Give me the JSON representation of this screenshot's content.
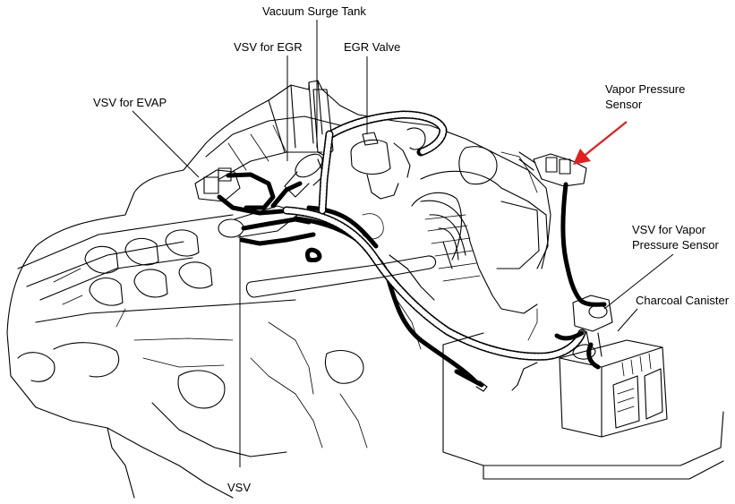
{
  "labels": {
    "vacuum_surge_tank": "Vacuum Surge Tank",
    "vsv_for_egr": "VSV for EGR",
    "egr_valve": "EGR Valve",
    "vsv_for_evap": "VSV for EVAP",
    "vapor_pressure_sensor_line1": "Vapor Pressure",
    "vapor_pressure_sensor_line2": "Sensor",
    "vsv_for_vapor_line1": "VSV for Vapor",
    "vsv_for_vapor_line2": "Pressure Sensor",
    "charcoal_canister": "Charcoal Canister",
    "vsv": "VSV"
  },
  "colors": {
    "arrow": "#e0201e",
    "ink": "#000000",
    "background": "#ffffff"
  }
}
